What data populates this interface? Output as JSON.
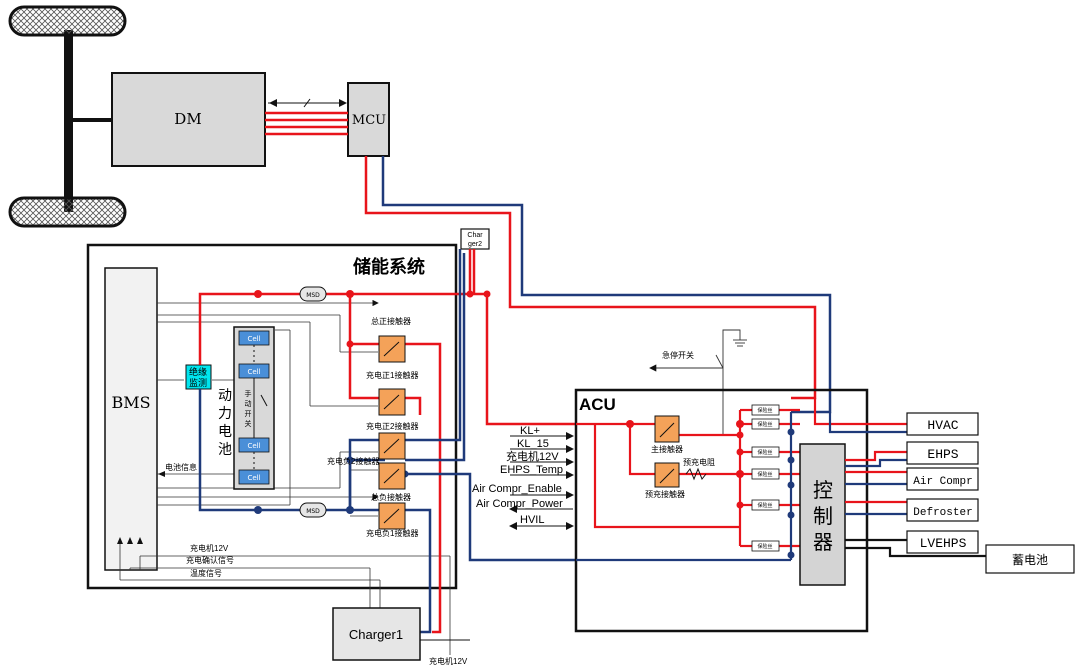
{
  "colors": {
    "red": "#e8141b",
    "blue": "#1f3a7a",
    "black": "#111111",
    "cell": "#4a8fd8",
    "monitor": "#00e5ee",
    "relay": "#f4a259",
    "gray": "#d4d4d4"
  },
  "labels": {
    "dm": "DM",
    "mcu": "MCU",
    "storage_title": "储能系统",
    "bms": "BMS",
    "monitor": "绝缘\n监测",
    "battery": "动\n力\n电\n池",
    "manual_switch": "手\n动\n开\n关",
    "cell": "Cell",
    "msd": "MSD",
    "charger2": "Char\nger2",
    "charger1": "Charger1",
    "main_pos": "总正接触器",
    "chg_pos1": "充电正1接触器",
    "chg_pos2": "充电正2接触器",
    "chg_neg2": "充电负2接触器",
    "main_neg": "总负接触器",
    "chg_neg1": "充电负1接触器",
    "battery_info": "电池信息",
    "sig1": "充电机12V",
    "sig2": "充电确认信号",
    "sig3": "温度信号",
    "bottom_12v": "充电机12V",
    "estop": "急停开关",
    "acu": "ACU",
    "acu_inputs": [
      "KL+",
      "KL_15",
      "充电机12V",
      "EHPS_Temp",
      "Air Compr_Enable",
      "Air Compr_Power",
      "HVIL"
    ],
    "main_contactor": "主接触器",
    "precharge_contactor": "预充接触器",
    "precharge_resistor": "预充电阻",
    "fuse": "保险丝",
    "controller": "控\n制\n器",
    "loads": [
      "HVAC",
      "EHPS",
      "Air Compr",
      "Defroster",
      "LVEHPS"
    ],
    "battery12v": "蓄电池"
  }
}
